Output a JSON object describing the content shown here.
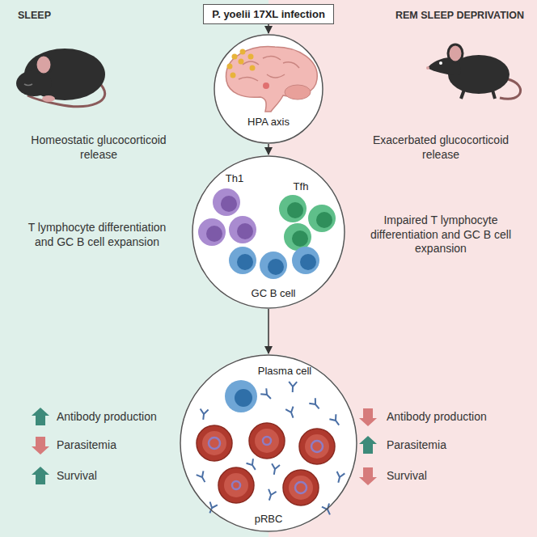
{
  "diagram": {
    "nodes": [
      {
        "text": [
          "P. yoelii 17XL infection"
        ]
      },
      {
        "text": [
          "HPA axis"
        ]
      },
      {
        "text": [
          "Th1",
          "Tfh",
          "GC B cell"
        ]
      },
      {
        "text": [
          "Plasma cell",
          "pRBC"
        ]
      }
    ],
    "edges": [
      {
        "from": 0,
        "to": 1,
        "arrow": "to"
      },
      {
        "from": 1,
        "to": 2,
        "arrow": "to"
      },
      {
        "from": 2,
        "to": 3,
        "arrow": "to"
      }
    ],
    "labels": [
      "SLEEP",
      "REM SLEEP DEPRIVATION",
      "Homeostatic glucocorticoid release",
      "Exacerbated glucocorticoid release",
      "T lymphocyte differentiation and GC B cell expansion",
      "Impaired T lymphocyte differentiation and GC B cell expansion",
      "Antibody production",
      "Parasitemia",
      "Survival",
      "Antibody production",
      "Parasitemia",
      "Survival"
    ]
  }
}
